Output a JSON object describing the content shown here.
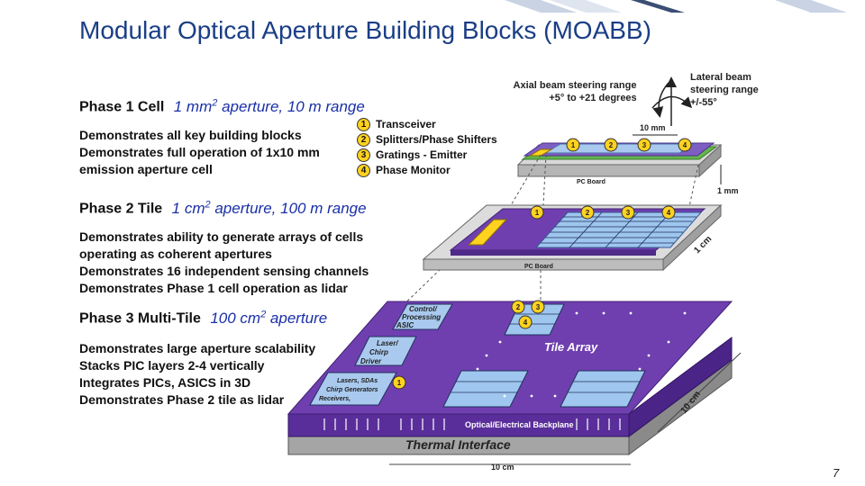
{
  "slide": {
    "title": "Modular Optical Aperture Building Blocks (MOABB)",
    "page_number": "7"
  },
  "phase1": {
    "heading": "Phase 1 Cell",
    "spec_prefix": "1 mm",
    "spec_sup": "2",
    "spec_suffix": " aperture, 10 m range",
    "lines": [
      "Demonstrates all key building blocks",
      "Demonstrates full operation of 1x10 mm",
      "emission aperture cell"
    ]
  },
  "blocks": [
    {
      "num": "1",
      "label": "Transceiver"
    },
    {
      "num": "2",
      "label": "Splitters/Phase  Shifters"
    },
    {
      "num": "3",
      "label": "Gratings - Emitter"
    },
    {
      "num": "4",
      "label": "Phase Monitor"
    }
  ],
  "phase2": {
    "heading": "Phase 2 Tile",
    "spec_prefix": "1 cm",
    "spec_sup": "2",
    "spec_suffix": " aperture, 100 m range",
    "lines": [
      "Demonstrates ability to generate arrays of cells",
      "operating as coherent apertures",
      "Demonstrates 16 independent sensing channels",
      "Demonstrates Phase 1 cell operation as lidar"
    ]
  },
  "phase3": {
    "heading": "Phase 3 Multi-Tile",
    "spec_prefix": "100 cm",
    "spec_sup": "2",
    "spec_suffix": " aperture",
    "lines": [
      "Demonstrates large aperture scalability",
      "Stacks PIC layers 2-4 vertically",
      "Integrates PICs, ASICS in 3D",
      "Demonstrates Phase 2 tile as lidar"
    ]
  },
  "diagram": {
    "axial_line1": "Axial beam steering range",
    "axial_line2": "+5° to +21 degrees",
    "lateral_line1": "Lateral beam",
    "lateral_line2": "steering range",
    "lateral_line3": "+/-55°",
    "dim_10mm": "10 mm",
    "dim_1mm": "1 mm",
    "dim_1cm": "1 cm",
    "dim_10cm_side": "10 cm",
    "dim_10cm_bottom": "10 cm",
    "pc_board_1": "PC Board",
    "pc_board_2": "PC Board",
    "control_asic_1": "Control/",
    "control_asic_2": "Processing",
    "control_asic_3": "ASIC",
    "laser_driver_1": "Laser/",
    "laser_driver_2": "Chirp",
    "laser_driver_3": "Driver",
    "lasers_1": "Lasers, SDAs",
    "lasers_2": "Chirp Generators",
    "lasers_3": "Receivers,",
    "tile_array": "Tile Array",
    "backplane": "Optical/Electrical  Backplane",
    "thermal": "Thermal Interface",
    "n1": "1",
    "n2": "2",
    "n3": "3",
    "n4": "4"
  },
  "colors": {
    "title": "#1a3e86",
    "spec": "#1a2fa8",
    "purple": "#6f3fb0",
    "marker": "#ffd21f",
    "grating": "#9fc6ee"
  }
}
